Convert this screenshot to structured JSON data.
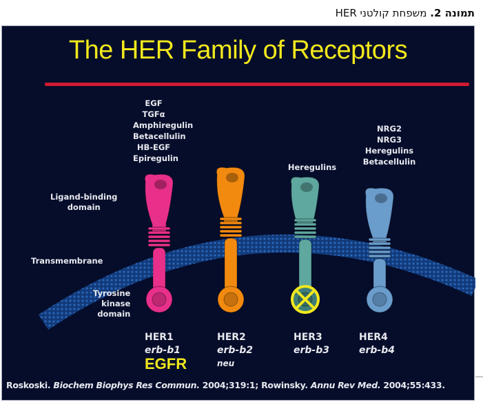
{
  "caption": {
    "label": "תמונה 2.",
    "text": "משפחת קולטני HER"
  },
  "slide": {
    "title": "The HER Family of Receptors",
    "colors": {
      "background": "#050d2b",
      "title": "#f2e81c",
      "rule": "#d01a30",
      "membrane": "#1c4f9c"
    },
    "domain_labels": {
      "ligand_binding": [
        "Ligand-binding",
        "domain"
      ],
      "transmembrane": "Transmembrane",
      "tyrosine_kinase": [
        "Tyrosine",
        "kinase",
        "domain"
      ]
    },
    "receptors": [
      {
        "name": "HER1",
        "gene": "erb-b1",
        "alias": "EGFR",
        "color": "#e8308a",
        "ligands": [
          "EGF",
          "TGFα",
          "Amphiregulin",
          "Betacellulin",
          "HB-EGF",
          "Epiregulin"
        ],
        "kinase_active": true
      },
      {
        "name": "HER2",
        "gene": "erb-b2",
        "alias": "neu",
        "color": "#f28a10",
        "ligands": [],
        "kinase_active": true
      },
      {
        "name": "HER3",
        "gene": "erb-b3",
        "alias": "",
        "color": "#5fa8a0",
        "ligands": [
          "Heregulins"
        ],
        "kinase_active": false
      },
      {
        "name": "HER4",
        "gene": "erb-b4",
        "alias": "",
        "color": "#6a9ccc",
        "ligands": [
          "NRG2",
          "NRG3",
          "Heregulins",
          "Betacellulin"
        ],
        "kinase_active": true
      }
    ],
    "reference": {
      "a_author": "Roskoski.",
      "a_journal": "Biochem Biophys Res Commun.",
      "a_cite": "2004;319:1;",
      "b_author": "Rowinsky.",
      "b_journal": "Annu Rev Med.",
      "b_cite": "2004;55:433."
    }
  }
}
